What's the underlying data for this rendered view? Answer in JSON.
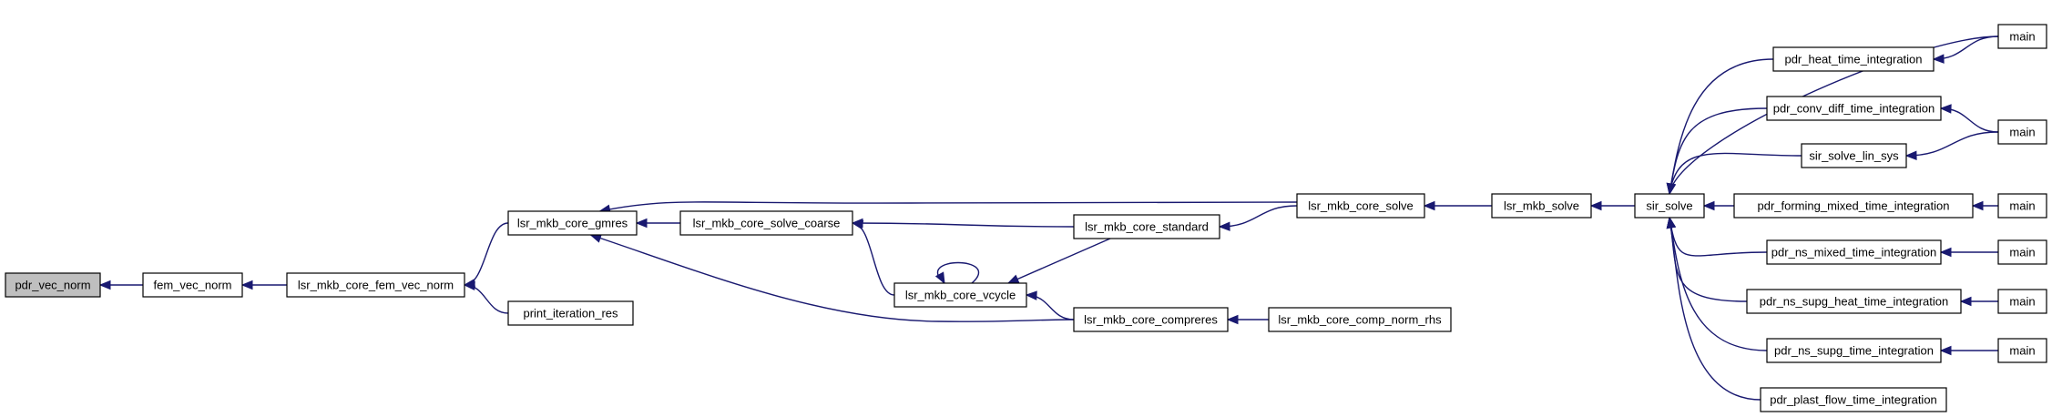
{
  "graph": {
    "nodes": {
      "pdr_vec_norm": "pdr_vec_norm",
      "fem_vec_norm": "fem_vec_norm",
      "lsr_mkb_core_fem_vec_norm": "lsr_mkb_core_fem_vec_norm",
      "lsr_mkb_core_gmres": "lsr_mkb_core_gmres",
      "print_iteration_res": "print_iteration_res",
      "lsr_mkb_core_solve_coarse": "lsr_mkb_core_solve_coarse",
      "lsr_mkb_core_vcycle": "lsr_mkb_core_vcycle",
      "lsr_mkb_core_standard": "lsr_mkb_core_standard",
      "lsr_mkb_core_compreres": "lsr_mkb_core_compreres",
      "lsr_mkb_core_comp_norm_rhs": "lsr_mkb_core_comp_norm_rhs",
      "lsr_mkb_core_solve": "lsr_mkb_core_solve",
      "lsr_mkb_solve": "lsr_mkb_solve",
      "sir_solve": "sir_solve",
      "pdr_heat_time_integration": "pdr_heat_time_integration",
      "pdr_conv_diff_time_integration": "pdr_conv_diff_time_integration",
      "sir_solve_lin_sys": "sir_solve_lin_sys",
      "pdr_forming_mixed_time_integration": "pdr_forming_mixed_time_integration",
      "pdr_ns_mixed_time_integration": "pdr_ns_mixed_time_integration",
      "pdr_ns_supg_heat_time_integration": "pdr_ns_supg_heat_time_integration",
      "pdr_ns_supg_time_integration": "pdr_ns_supg_time_integration",
      "pdr_plast_flow_time_integration": "pdr_plast_flow_time_integration",
      "main_1": "main",
      "main_2": "main",
      "main_3": "main",
      "main_4": "main",
      "main_5": "main",
      "main_6": "main"
    },
    "focus_node": "pdr_vec_norm",
    "colors": {
      "edge": "#191970",
      "focus_fill": "#bfbfbf",
      "node_fill": "#ffffff",
      "node_stroke": "#000000"
    }
  }
}
